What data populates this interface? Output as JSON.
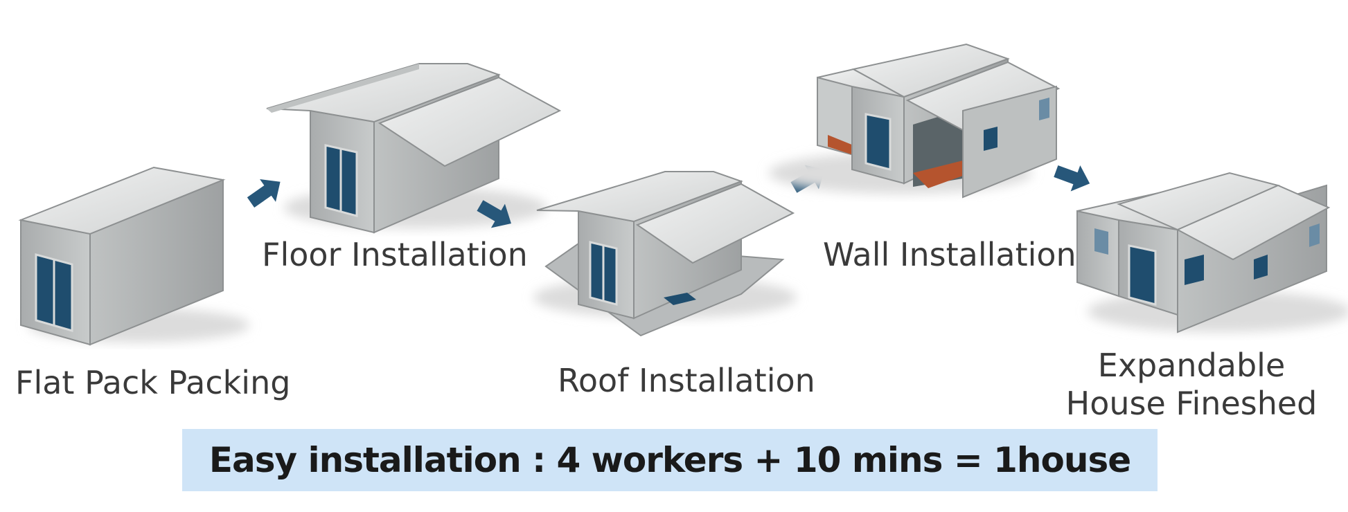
{
  "steps": [
    {
      "label": "Flat Pack Packing"
    },
    {
      "label": "Floor Installation"
    },
    {
      "label": "Roof Installation"
    },
    {
      "label": "Wall Installation"
    },
    {
      "label_line1": "Expandable",
      "label_line2": "House Fineshed"
    }
  ],
  "banner": {
    "text": "Easy installation : 4 workers + 10 mins = 1house"
  },
  "colors": {
    "arrow": "#27577a",
    "banner_bg": "#cfe4f7",
    "wall": "#b9bcbc",
    "roof": "#e6e7e7",
    "window": "#1f4d6e",
    "floor": "#b5542e"
  }
}
